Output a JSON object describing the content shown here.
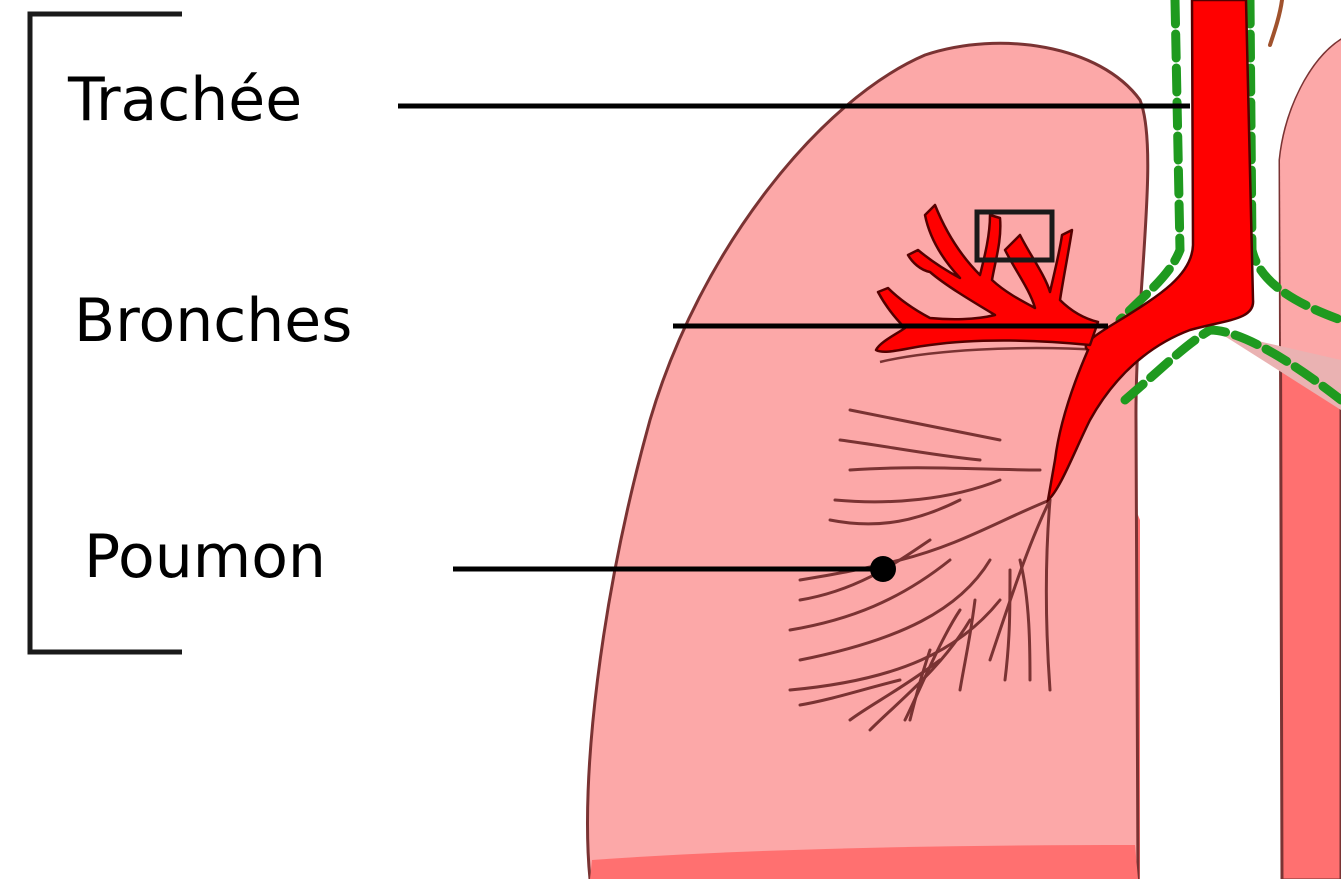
{
  "labels": {
    "trachea": "Trachée",
    "bronchi": "Bronches",
    "lung": "Poumon"
  },
  "colors": {
    "lung_fill": "#fca8a8",
    "lung_fill_dark": "#ff7070",
    "lung_outline": "#7a3333",
    "airway": "#ff0000",
    "airway_outline": "#550000",
    "mucosa_dash": "#1f9a1f",
    "mucosa_fill": "#eab2b2",
    "leader_line": "#000000",
    "bracket": "#1a1a1a",
    "background": "#ffffff"
  }
}
